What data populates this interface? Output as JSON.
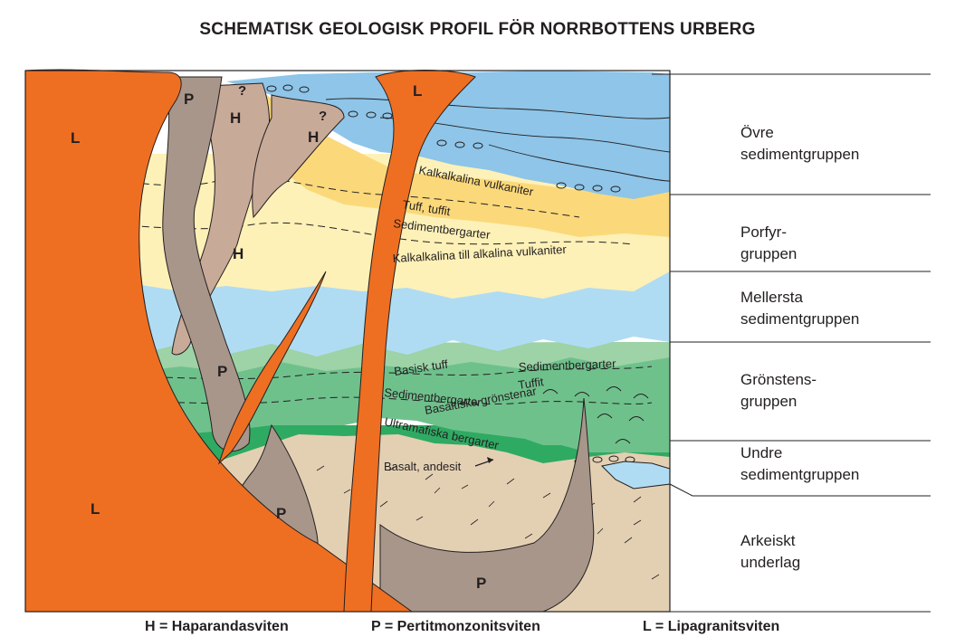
{
  "title": "SCHEMATISK GEOLOGISK PROFIL FÖR NORRBOTTENS URBERG",
  "groups": [
    {
      "line1": "Övre",
      "line2": "sedimentgruppen"
    },
    {
      "line1": "Porfyr-",
      "line2": "gruppen"
    },
    {
      "line1": "Mellersta",
      "line2": "sedimentgruppen"
    },
    {
      "line1": "Grönstens-",
      "line2": "gruppen"
    },
    {
      "line1": "Undre",
      "line2": "sedimentgruppen"
    },
    {
      "line1": "Arkeiskt",
      "line2": "underlag"
    }
  ],
  "layer_labels": {
    "kalk_vulk": "Kalkalkalina vulkaniter",
    "tuff": "Tuff, tuffit",
    "sed1": "Sedimentbergarter",
    "kalk_alk": "Kalkalkalina till alkalina vulkaniter",
    "basisk_tuff": "Basisk tuff",
    "sed2": "Sedimentbergarter",
    "tuffit": "Tuffit",
    "sed3": "Sedimentbergarter",
    "basalt_gron": "Basaltiska grönstenar",
    "ultramafiska": "Ultramafiska bergarter",
    "basalt_andesit": "Basalt, andesit"
  },
  "intrusion_letters": {
    "L": "L",
    "P": "P",
    "H": "H",
    "Q": "?"
  },
  "legend": {
    "h": "H = Haparandasviten",
    "p": "P = Pertitmonzonitsviten",
    "l": "L = Lipagranitsviten"
  },
  "colors": {
    "upper_sed": "#8ec5e8",
    "porfyr_dark": "#fbd97a",
    "porfyr_light": "#fdf1b8",
    "middle_sed": "#b0dcf3",
    "green_light": "#9dd3a6",
    "green_mid": "#6fc18c",
    "green_dark": "#2faa62",
    "archean": "#e3d0b3",
    "haparanda": "#c8aa98",
    "perthite": "#a8968a",
    "lina": "#ee6f22"
  }
}
